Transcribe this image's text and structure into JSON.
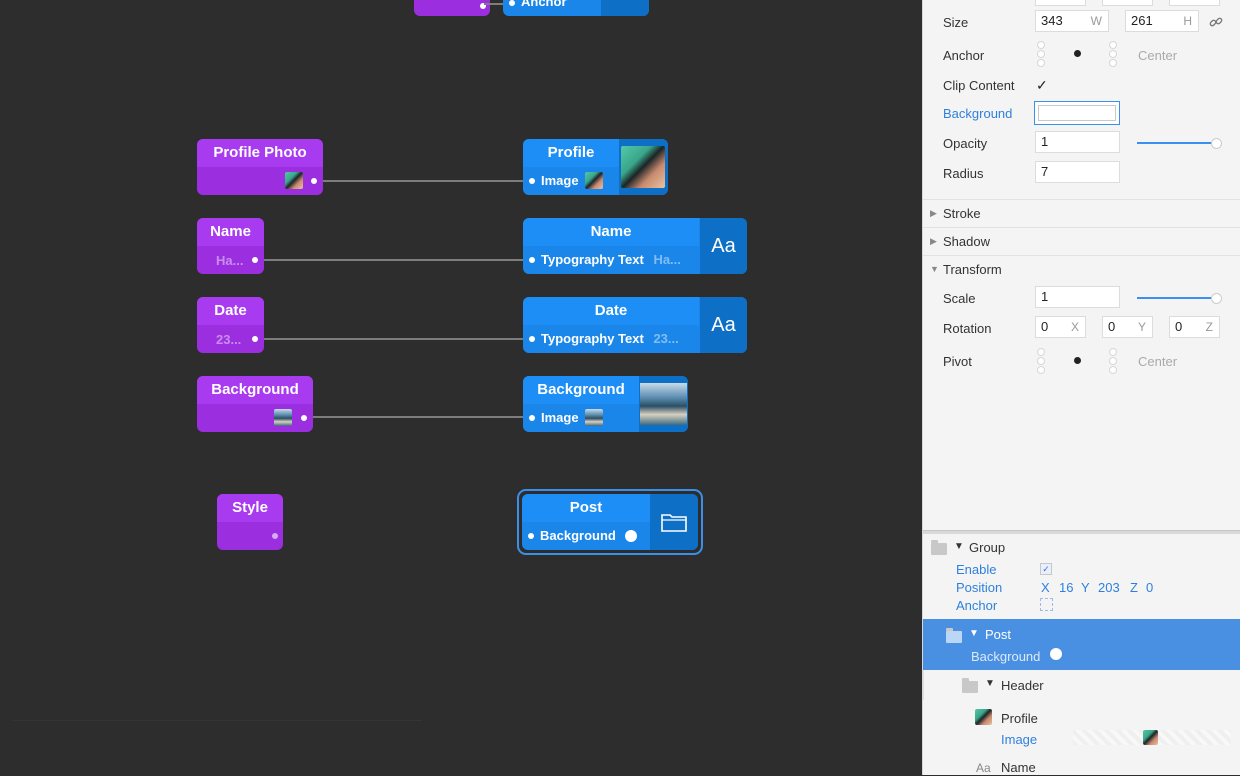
{
  "canvas": {
    "top_partial": {
      "anchor_label": "Anchor"
    },
    "source_nodes": [
      {
        "id": "profile-photo",
        "title": "Profile Photo",
        "preview": "image-thumbnail"
      },
      {
        "id": "name",
        "title": "Name",
        "preview_text": "Ha..."
      },
      {
        "id": "date",
        "title": "Date",
        "preview_text": "23..."
      },
      {
        "id": "background",
        "title": "Background",
        "preview": "image-thumbnail"
      },
      {
        "id": "style",
        "title": "Style"
      }
    ],
    "target_nodes": [
      {
        "id": "profile",
        "title": "Profile",
        "port_label": "Image"
      },
      {
        "id": "name",
        "title": "Name",
        "port_label": "Typography Text",
        "port_value": "Ha...",
        "side": "Aa"
      },
      {
        "id": "date",
        "title": "Date",
        "port_label": "Typography Text",
        "port_value": "23...",
        "side": "Aa"
      },
      {
        "id": "background",
        "title": "Background",
        "port_label": "Image"
      },
      {
        "id": "post",
        "title": "Post",
        "port_label": "Background",
        "side_icon": "folder-icon",
        "selected": true
      }
    ],
    "colors": {
      "purple": "#9b2fe0",
      "blue": "#1a86ea",
      "canvas_bg": "#2d2d2d"
    }
  },
  "inspector": {
    "size": {
      "label": "Size",
      "w": "343",
      "w_suffix": "W",
      "h": "261",
      "h_suffix": "H",
      "link_icon": "chain-link-icon"
    },
    "anchor": {
      "label": "Anchor",
      "value": "Center"
    },
    "clip_content": {
      "label": "Clip Content",
      "checked": true,
      "check": "✓"
    },
    "background": {
      "label": "Background",
      "value": ""
    },
    "opacity": {
      "label": "Opacity",
      "value": "1",
      "slider": 1.0
    },
    "radius": {
      "label": "Radius",
      "value": "7"
    },
    "sections": [
      {
        "label": "Stroke",
        "expanded": false,
        "arrow": "▶"
      },
      {
        "label": "Shadow",
        "expanded": false,
        "arrow": "▶"
      },
      {
        "label": "Transform",
        "expanded": true,
        "arrow": "▼"
      }
    ],
    "scale": {
      "label": "Scale",
      "value": "1",
      "slider": 1.0
    },
    "rotation": {
      "label": "Rotation",
      "x": "0",
      "x_suffix": "X",
      "y": "0",
      "y_suffix": "Y",
      "z": "0",
      "z_suffix": "Z"
    },
    "pivot": {
      "label": "Pivot",
      "value": "Center"
    }
  },
  "layers": {
    "group": {
      "label": "Group",
      "arrow": "▼",
      "enable_label": "Enable",
      "enable_check": "✓",
      "position_label": "Position",
      "position": {
        "x_label": "X",
        "x": "16",
        "y_label": "Y",
        "y": "203",
        "z_label": "Z",
        "z": "0"
      },
      "anchor_label": "Anchor"
    },
    "post": {
      "label": "Post",
      "arrow": "▼",
      "sub_label": "Background",
      "selected": true,
      "highlight": "#4a90e2"
    },
    "header": {
      "label": "Header",
      "arrow": "▼"
    },
    "profile": {
      "label": "Profile",
      "sub_label": "Image"
    },
    "name": {
      "label": "Name",
      "icon_text": "Aa"
    }
  }
}
